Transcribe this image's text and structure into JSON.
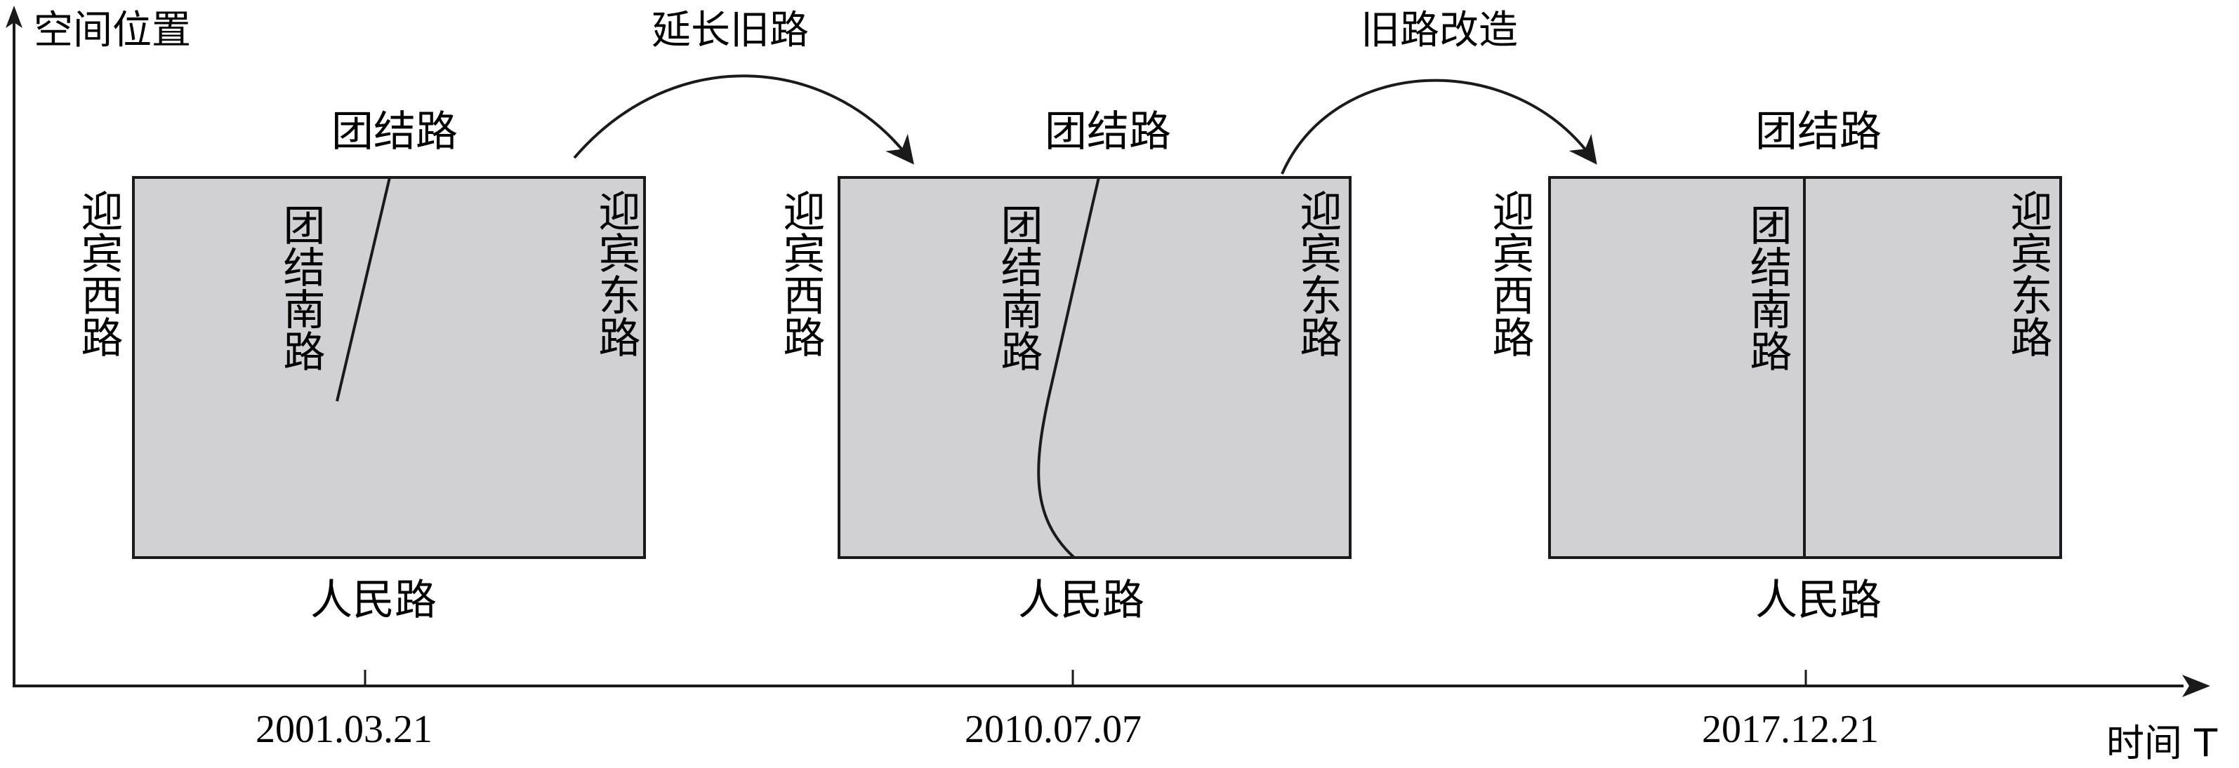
{
  "axes": {
    "y_label": "空间位置",
    "x_label": "时间 T"
  },
  "transitions": [
    {
      "label": "延长旧路"
    },
    {
      "label": "旧路改造"
    }
  ],
  "stages": [
    {
      "date": "2001.03.21",
      "north": "团结路",
      "south": "人民路",
      "west": "迎宾西路",
      "east": "迎宾东路",
      "middle": "团结南路"
    },
    {
      "date": "2010.07.07",
      "north": "团结路",
      "south": "人民路",
      "west": "迎宾西路",
      "east": "迎宾东路",
      "middle": "团结南路"
    },
    {
      "date": "2017.12.21",
      "north": "团结路",
      "south": "人民路",
      "west": "迎宾西路",
      "east": "迎宾东路",
      "middle": "团结南路"
    }
  ],
  "colors": {
    "block_fill": "#d0d0d5",
    "stroke": "#1a1a1a"
  }
}
